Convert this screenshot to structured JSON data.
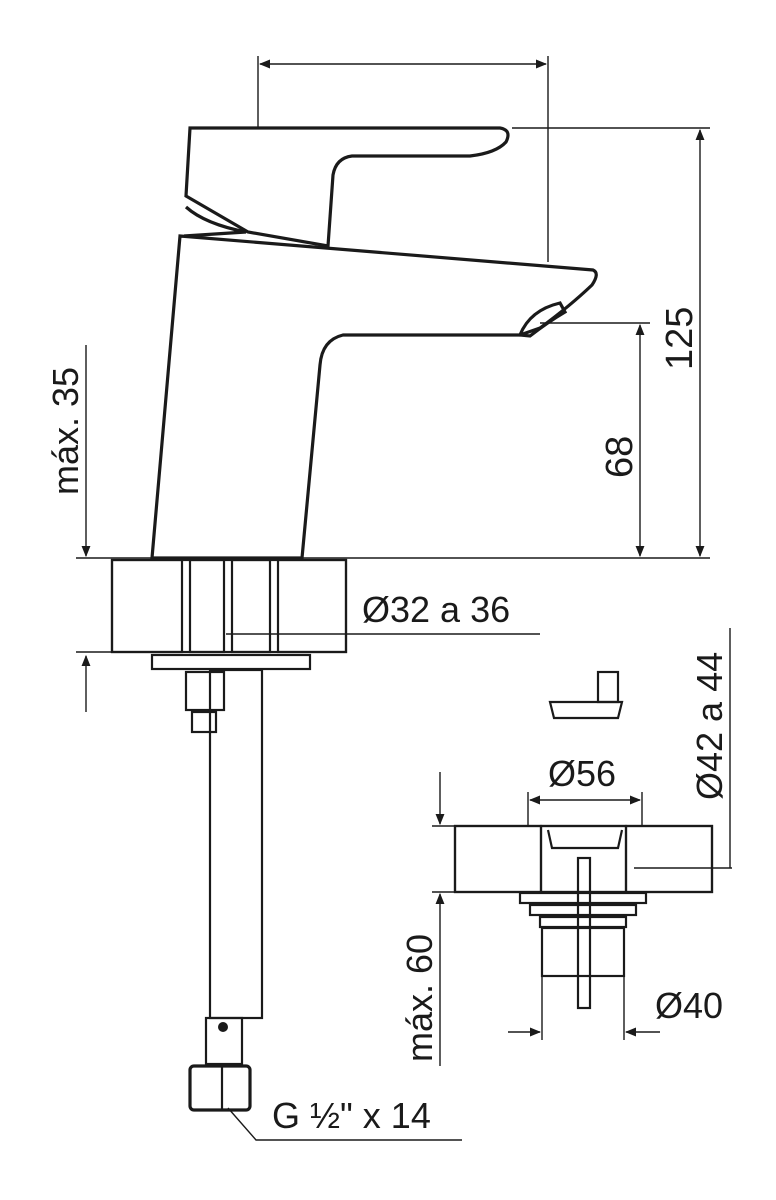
{
  "dimensions": {
    "max_35": "máx. 35",
    "d68": "68",
    "d125": "125",
    "hole_diameter": "Ø32 a 36",
    "drain_hole_diameter": "Ø42 a 44",
    "d56": "Ø56",
    "max_60": "máx. 60",
    "d40": "Ø40",
    "thread": "G ½\" x 14"
  }
}
